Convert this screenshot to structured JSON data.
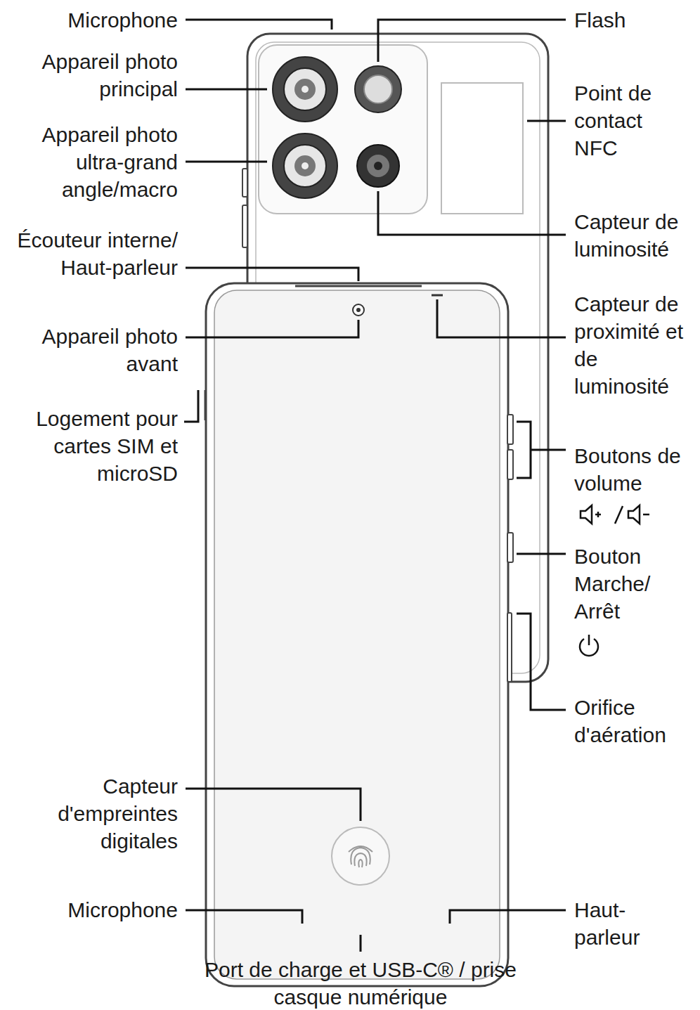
{
  "diagram": {
    "labels": [
      "Microphone",
      "Appareil photo principal",
      "Appareil photo ultra-grand angle/macro",
      "Écouteur interne/ Haut-parleur",
      "Appareil photo avant",
      "Logement pour cartes SIM et microSD",
      "Capteur d'empreintes digitales",
      "Microphone",
      "Flash",
      "Point de contact NFC",
      "Capteur de luminosité",
      "Capteur de proximité et de luminosité",
      "Boutons de volume",
      "Bouton Marche/ Arrêt",
      "Orifice d'aération",
      "Haut- parleur",
      "Port de charge et USB-C® / prise casque numérique"
    ]
  }
}
